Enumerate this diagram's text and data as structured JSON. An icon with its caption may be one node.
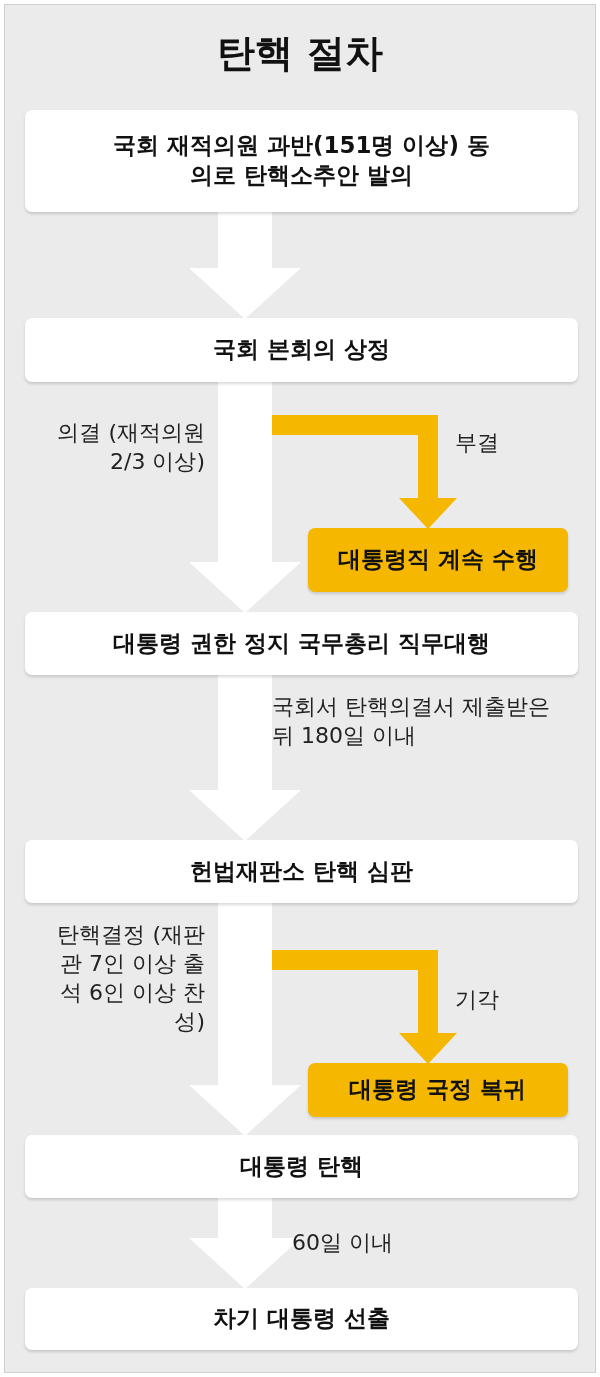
{
  "diagram": {
    "title": "탄핵 절차",
    "nodes": [
      {
        "text": [
          "국회 재적의원 과반(151명 이상) 동의로 탄핵소추안 발의"
        ]
      },
      {
        "text": [
          "국회 본회의 상정"
        ]
      },
      {
        "text": [
          "대통령직 계속 수행"
        ]
      },
      {
        "text": [
          "대통령 권한 정지 국무총리 직무대행"
        ]
      },
      {
        "text": [
          "헌법재판소 탄핵 심판"
        ]
      },
      {
        "text": [
          "대통령 국정 복귀"
        ]
      },
      {
        "text": [
          "대통령 탄핵"
        ]
      },
      {
        "text": [
          "차기 대통령 선출"
        ]
      }
    ],
    "edges": [
      {
        "from": 0,
        "to": 1,
        "arrow": "to",
        "color": "#ffffff"
      },
      {
        "from": 1,
        "to": 3,
        "arrow": "to",
        "label": "의결 (재적의원 2/3 이상)",
        "color": "#ffffff"
      },
      {
        "from": 1,
        "to": 2,
        "arrow": "to",
        "label": "부결",
        "color": "#f5b700"
      },
      {
        "from": 3,
        "to": 4,
        "arrow": "to",
        "label": "국회서 탄핵의결서 제출받은 뒤 180일 이내",
        "color": "#ffffff"
      },
      {
        "from": 4,
        "to": 6,
        "arrow": "to",
        "label": "탄핵결정 (재판관 7인 이상 출석 6인 이상 찬성)",
        "color": "#ffffff"
      },
      {
        "from": 4,
        "to": 5,
        "arrow": "to",
        "label": "기각",
        "color": "#f5b700"
      },
      {
        "from": 6,
        "to": 7,
        "arrow": "to",
        "label": "60일 이내",
        "color": "#ffffff"
      }
    ]
  }
}
